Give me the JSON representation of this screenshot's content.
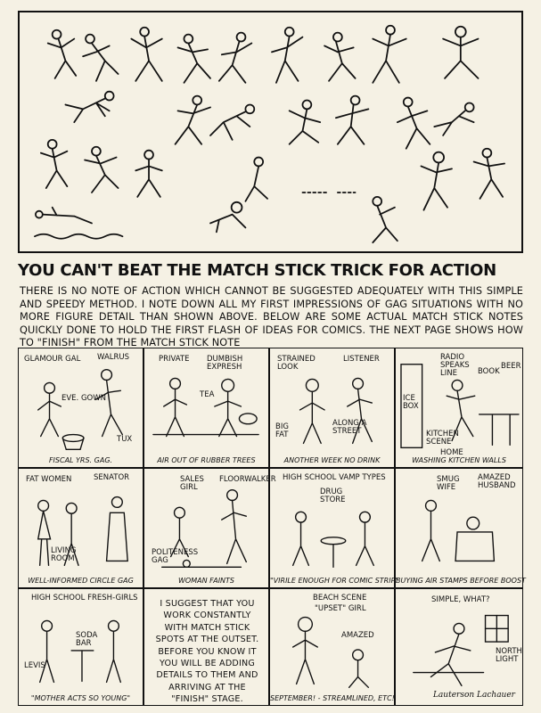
{
  "headline": "YOU CAN'T BEAT THE MATCH STICK TRICK FOR ACTION",
  "intro": "THERE IS NO NOTE OF ACTION WHICH CANNOT BE SUGGESTED ADEQUATELY WITH THIS SIMPLE AND SPEEDY METHOD.  I NOTE DOWN ALL MY FIRST IMPRESSIONS OF GAG SITUATIONS WITH NO MORE FIGURE DETAIL THAN SHOWN ABOVE.  BELOW ARE SOME ACTUAL MATCH STICK NOTES QUICKLY DONE TO HOLD THE FIRST FLASH OF IDEAS FOR COMICS. THE NEXT PAGE SHOWS HOW TO \"FINISH\" FROM THE MATCH STICK NOTE",
  "panels": {
    "p1": {
      "caption": "FISCAL YRS. GAG.",
      "labels": [
        "GLAMOUR GAL",
        "WALRUS",
        "EVE. GOWN",
        "TUX"
      ]
    },
    "p2": {
      "caption": "AIR OUT OF RUBBER TREES",
      "labels": [
        "PRIVATE",
        "DUMBISH EXPRESH",
        "TEA"
      ]
    },
    "p3": {
      "caption": "ANOTHER WEEK NO DRINK",
      "labels": [
        "STRAINED LOOK",
        "LISTENER",
        "BIG FAT",
        "ALONG A STREET"
      ]
    },
    "p4": {
      "caption": "WASHING KITCHEN WALLS",
      "labels": [
        "RADIO SPEAKS LINE",
        "BOOK",
        "BEER",
        "ICE BOX",
        "KITCHEN SCENE",
        "HOME"
      ]
    },
    "p5": {
      "caption": "WELL-INFORMED CIRCLE GAG",
      "labels": [
        "FAT WOMEN",
        "SENATOR",
        "LIVING ROOM"
      ]
    },
    "p6": {
      "caption": "WOMAN FAINTS",
      "labels": [
        "SALES GIRL",
        "FLOORWALKER",
        "POLITENESS GAG"
      ]
    },
    "p7": {
      "caption": "\"VIRILE ENOUGH FOR COMIC STRIP\"",
      "labels": [
        "HIGH SCHOOL VAMP TYPES",
        "DRUG STORE"
      ]
    },
    "p8": {
      "caption": "BUYING AIR STAMPS BEFORE BOOST",
      "labels": [
        "SMUG WIFE",
        "AMAZED HUSBAND"
      ]
    },
    "p9": {
      "caption": "\"MOTHER ACTS SO YOUNG\"",
      "labels": [
        "HIGH SCHOOL FRESH-GIRLS",
        "SODA BAR",
        "LEVIS"
      ]
    },
    "p10": {
      "text": "I SUGGEST THAT YOU WORK CONSTANTLY WITH MATCH STICK SPOTS AT THE OUTSET. BEFORE YOU KNOW IT YOU WILL BE ADDING DETAILS TO THEM AND ARRIVING AT THE \"FINISH\" STAGE."
    },
    "p11": {
      "caption": "SEPTEMBER! - STREAMLINED, ETC!",
      "labels": [
        "BEACH SCENE",
        "\"UPSET\" GIRL",
        "AMAZED"
      ]
    },
    "p12": {
      "labels": [
        "SIMPLE, WHAT?",
        "NORTH LIGHT"
      ],
      "signature": "Lauterson Lachauer"
    }
  }
}
